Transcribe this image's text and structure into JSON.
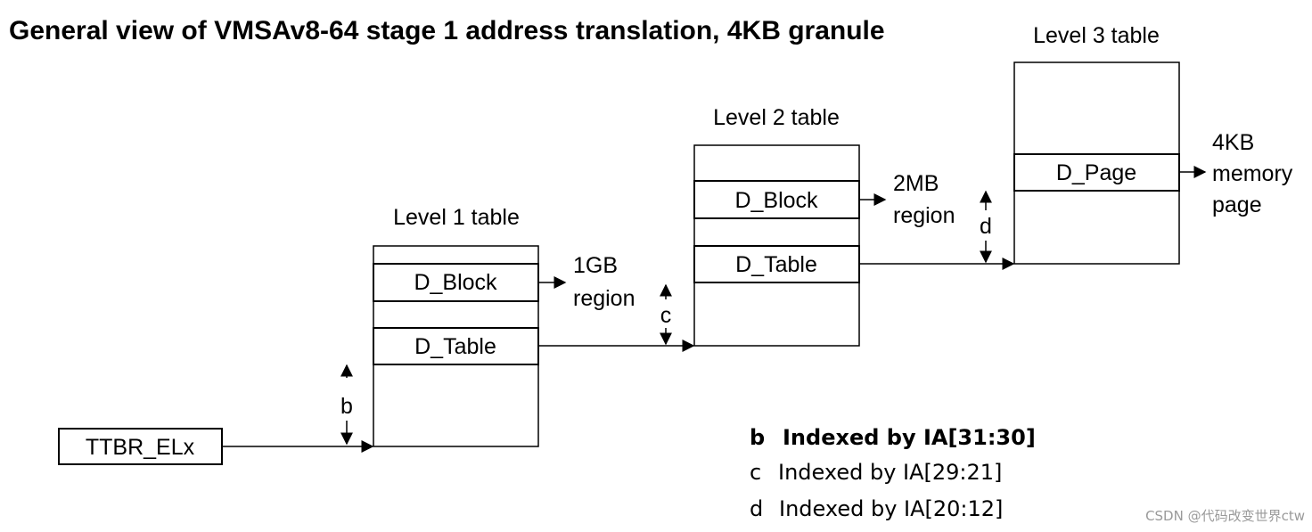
{
  "title": "General view of VMSAv8-64 stage 1 address translation, 4KB granule",
  "register": {
    "label": "TTBR_ELx"
  },
  "tables": {
    "level1": {
      "heading": "Level 1 table",
      "block_entry": "D_Block",
      "table_entry": "D_Table",
      "block_output": [
        "1GB",
        "region"
      ],
      "index_label": "b"
    },
    "level2": {
      "heading": "Level 2 table",
      "block_entry": "D_Block",
      "table_entry": "D_Table",
      "block_output": [
        "2MB",
        "region"
      ],
      "index_label": "c"
    },
    "level3": {
      "heading": "Level 3 table",
      "page_entry": "D_Page",
      "page_output": [
        "4KB",
        "memory",
        "page"
      ],
      "index_label": "d"
    }
  },
  "legend": [
    {
      "key": "b",
      "text": "Indexed by IA[31:30]",
      "bold": true
    },
    {
      "key": "c",
      "text": "Indexed by IA[29:21]",
      "bold": false
    },
    {
      "key": "d",
      "text": "Indexed by IA[20:12]",
      "bold": false
    }
  ],
  "watermark": "CSDN @代码改变世界ctw"
}
